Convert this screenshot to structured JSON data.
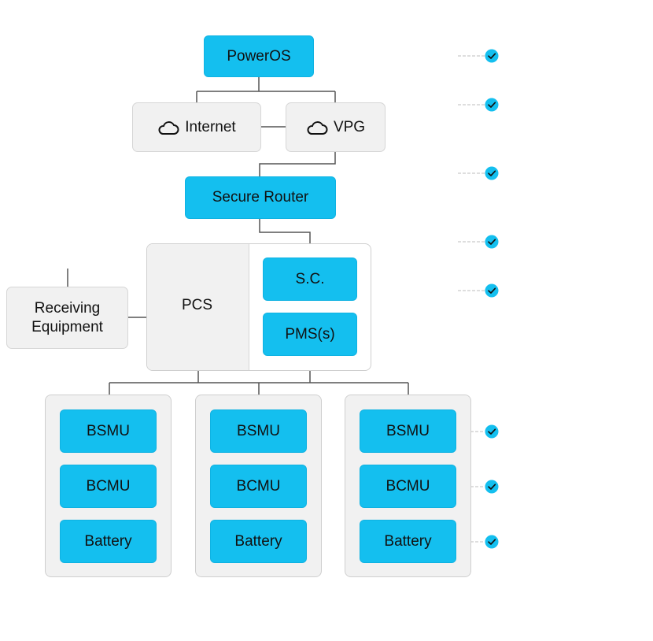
{
  "nodes": {
    "poweros": "PowerOS",
    "internet": "Internet",
    "vpg": "VPG",
    "secure_router": "Secure Router",
    "pcs": "PCS",
    "sc": "S.C.",
    "pms": "PMS(s)",
    "receiving_equipment": "Receiving Equipment"
  },
  "battery_stacks": [
    {
      "items": [
        "BSMU",
        "BCMU",
        "Battery"
      ]
    },
    {
      "items": [
        "BSMU",
        "BCMU",
        "Battery"
      ]
    },
    {
      "items": [
        "BSMU",
        "BCMU",
        "Battery"
      ]
    }
  ],
  "status_markers": [
    {
      "target": "PowerOS",
      "icon": "check-circle-icon",
      "state": "ok"
    },
    {
      "target": "Internet / VPG",
      "icon": "check-circle-icon",
      "state": "ok"
    },
    {
      "target": "Secure Router",
      "icon": "check-circle-icon",
      "state": "ok"
    },
    {
      "target": "PCS",
      "icon": "check-circle-icon",
      "state": "ok"
    },
    {
      "target": "S.C.",
      "icon": "check-circle-icon",
      "state": "ok"
    },
    {
      "target": "BSMU",
      "icon": "check-circle-icon",
      "state": "ok"
    },
    {
      "target": "BCMU",
      "icon": "check-circle-icon",
      "state": "ok"
    },
    {
      "target": "Battery",
      "icon": "check-circle-icon",
      "state": "ok"
    }
  ],
  "colors": {
    "accent": "#14bfef",
    "node_grey": "#f1f1f1",
    "connector": "#555555"
  }
}
